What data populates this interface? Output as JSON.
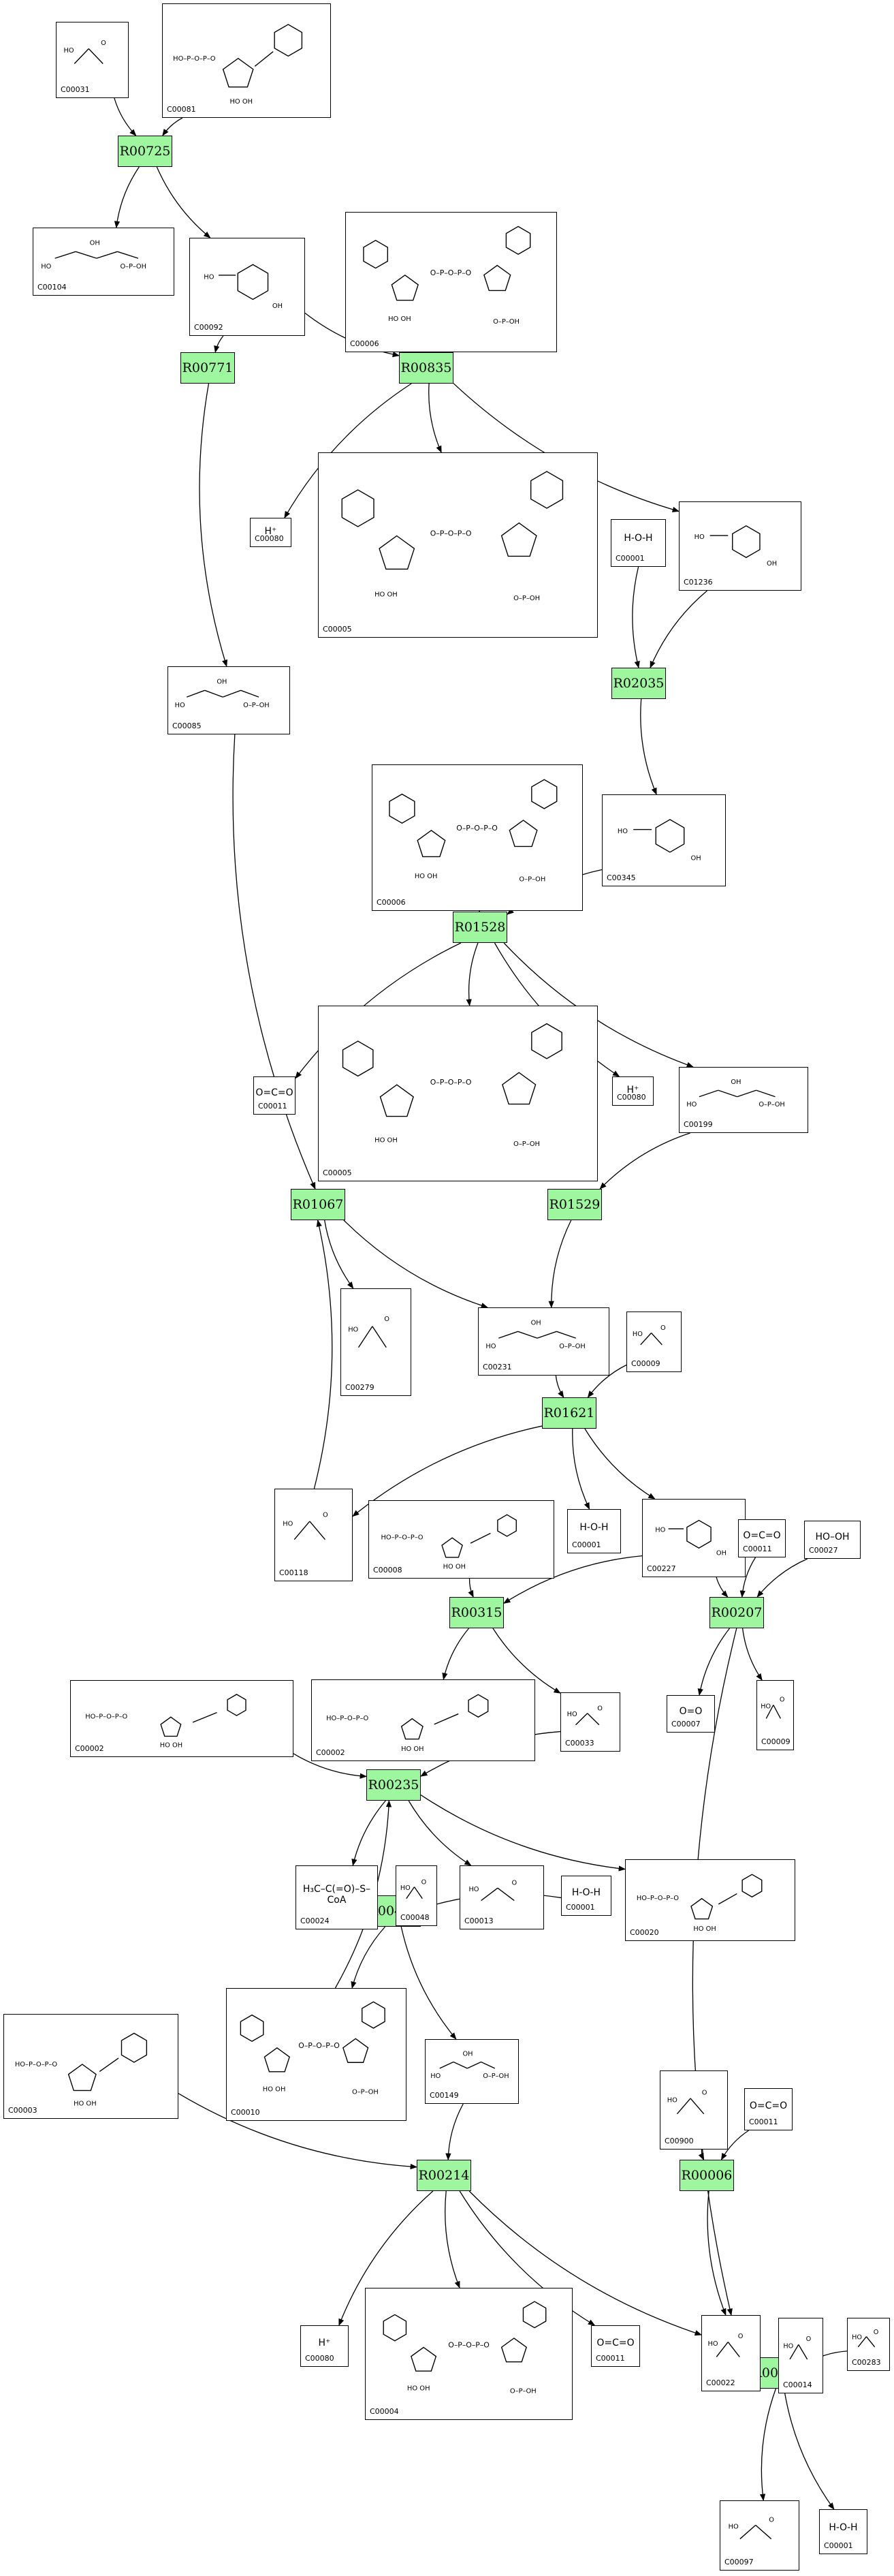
{
  "reactions": [
    {
      "id": "R00725",
      "label": "R00725"
    },
    {
      "id": "R00771",
      "label": "R00771"
    },
    {
      "id": "R00835",
      "label": "R00835"
    },
    {
      "id": "R02035",
      "label": "R02035"
    },
    {
      "id": "R01528",
      "label": "R01528"
    },
    {
      "id": "R01529",
      "label": "R01529"
    },
    {
      "id": "R01067",
      "label": "R01067"
    },
    {
      "id": "R01621",
      "label": "R01621"
    },
    {
      "id": "R00315",
      "label": "R00315"
    },
    {
      "id": "R00207",
      "label": "R00207"
    },
    {
      "id": "R00235",
      "label": "R00235"
    },
    {
      "id": "R00472",
      "label": "R00472"
    },
    {
      "id": "R00214",
      "label": "R00214"
    },
    {
      "id": "R00006",
      "label": "R00006"
    },
    {
      "id": "R00782",
      "label": "R00782"
    }
  ],
  "compounds": [
    {
      "key": "c1",
      "id": "C00031",
      "formula": ""
    },
    {
      "key": "c2",
      "id": "C00081",
      "formula": ""
    },
    {
      "key": "c3",
      "id": "C00104",
      "formula": ""
    },
    {
      "key": "c4",
      "id": "C00092",
      "formula": ""
    },
    {
      "key": "c5",
      "id": "C00006",
      "formula": ""
    },
    {
      "key": "c6",
      "id": "C00080",
      "formula": "H⁺"
    },
    {
      "key": "c7",
      "id": "C00005",
      "formula": ""
    },
    {
      "key": "c8",
      "id": "C00001",
      "formula": "H‑O‑H"
    },
    {
      "key": "c9",
      "id": "C01236",
      "formula": ""
    },
    {
      "key": "c10",
      "id": "C00085",
      "formula": ""
    },
    {
      "key": "c11",
      "id": "C00006",
      "formula": ""
    },
    {
      "key": "c12",
      "id": "C00345",
      "formula": ""
    },
    {
      "key": "c13",
      "id": "C00011",
      "formula": "O=C=O"
    },
    {
      "key": "c14",
      "id": "C00005",
      "formula": ""
    },
    {
      "key": "c15",
      "id": "C00080",
      "formula": "H⁺"
    },
    {
      "key": "c16",
      "id": "C00199",
      "formula": ""
    },
    {
      "key": "c17",
      "id": "C00279",
      "formula": ""
    },
    {
      "key": "c18",
      "id": "C00231",
      "formula": ""
    },
    {
      "key": "c19",
      "id": "C00009",
      "formula": ""
    },
    {
      "key": "c20",
      "id": "C00118",
      "formula": ""
    },
    {
      "key": "c21",
      "id": "C00008",
      "formula": ""
    },
    {
      "key": "c22",
      "id": "C00001",
      "formula": "H‑O‑H"
    },
    {
      "key": "c23",
      "id": "C00227",
      "formula": ""
    },
    {
      "key": "c24",
      "id": "C00011",
      "formula": "O=C=O"
    },
    {
      "key": "c25",
      "id": "C00027",
      "formula": "HO–OH"
    },
    {
      "key": "c26",
      "id": "C00002",
      "formula": ""
    },
    {
      "key": "c27",
      "id": "C00002",
      "formula": ""
    },
    {
      "key": "c28",
      "id": "C00033",
      "formula": ""
    },
    {
      "key": "c29",
      "id": "C00007",
      "formula": "O=O"
    },
    {
      "key": "c30",
      "id": "C00009",
      "formula": ""
    },
    {
      "key": "c31",
      "id": "C00024",
      "formula": "H₃C–C(=O)–S–CoA"
    },
    {
      "key": "c32",
      "id": "C00048",
      "formula": ""
    },
    {
      "key": "c33",
      "id": "C00013",
      "formula": ""
    },
    {
      "key": "c34",
      "id": "C00001",
      "formula": "H‑O‑H"
    },
    {
      "key": "c35",
      "id": "C00020",
      "formula": ""
    },
    {
      "key": "c36",
      "id": "C00003",
      "formula": ""
    },
    {
      "key": "c37",
      "id": "C00010",
      "formula": ""
    },
    {
      "key": "c38",
      "id": "C00149",
      "formula": ""
    },
    {
      "key": "c39",
      "id": "C00900",
      "formula": ""
    },
    {
      "key": "c40",
      "id": "C00011",
      "formula": "O=C=O"
    },
    {
      "key": "c41",
      "id": "C00080",
      "formula": "H⁺"
    },
    {
      "key": "c42",
      "id": "C00004",
      "formula": ""
    },
    {
      "key": "c43",
      "id": "C00011",
      "formula": "O=C=O"
    },
    {
      "key": "c44",
      "id": "C00022",
      "formula": ""
    },
    {
      "key": "c45",
      "id": "C00014",
      "formula": ""
    },
    {
      "key": "c46",
      "id": "C00283",
      "formula": ""
    },
    {
      "key": "c47",
      "id": "C00097",
      "formula": ""
    },
    {
      "key": "c48",
      "id": "C00001",
      "formula": "H‑O‑H"
    }
  ],
  "edges": [
    [
      "c1",
      "R00725"
    ],
    [
      "c2",
      "R00725"
    ],
    [
      "R00725",
      "c3"
    ],
    [
      "R00725",
      "c4"
    ],
    [
      "c4",
      "R00771"
    ],
    [
      "c4",
      "R00835"
    ],
    [
      "c5",
      "R00835"
    ],
    [
      "R00835",
      "c6"
    ],
    [
      "R00835",
      "c7"
    ],
    [
      "R00835",
      "c9"
    ],
    [
      "c8",
      "R02035"
    ],
    [
      "c9",
      "R02035"
    ],
    [
      "R02035",
      "c12"
    ],
    [
      "R00771",
      "c10"
    ],
    [
      "c10",
      "R01067"
    ],
    [
      "c11",
      "R01528"
    ],
    [
      "c12",
      "R01528"
    ],
    [
      "R01528",
      "c13"
    ],
    [
      "R01528",
      "c14"
    ],
    [
      "R01528",
      "c15"
    ],
    [
      "R01528",
      "c16"
    ],
    [
      "c16",
      "R01529"
    ],
    [
      "R01529",
      "c18"
    ],
    [
      "R01067",
      "c17"
    ],
    [
      "R01067",
      "c18"
    ],
    [
      "c18",
      "R01621"
    ],
    [
      "c19",
      "R01621"
    ],
    [
      "R01621",
      "c20"
    ],
    [
      "R01621",
      "c22"
    ],
    [
      "R01621",
      "c23"
    ],
    [
      "c20",
      "R01067"
    ],
    [
      "c21",
      "R00315"
    ],
    [
      "c23",
      "R00315"
    ],
    [
      "c23",
      "R00207"
    ],
    [
      "c24",
      "R00207"
    ],
    [
      "c25",
      "R00207"
    ],
    [
      "R00207",
      "c29"
    ],
    [
      "R00207",
      "c30"
    ],
    [
      "R00207",
      "c44"
    ],
    [
      "R00315",
      "c27"
    ],
    [
      "R00315",
      "c28"
    ],
    [
      "c26",
      "R00235"
    ],
    [
      "c28",
      "R00235"
    ],
    [
      "R00235",
      "c31"
    ],
    [
      "R00235",
      "c33"
    ],
    [
      "R00235",
      "c35"
    ],
    [
      "c31",
      "R00472"
    ],
    [
      "c32",
      "R00472"
    ],
    [
      "c34",
      "R00472"
    ],
    [
      "R00472",
      "c37"
    ],
    [
      "R00472",
      "c38"
    ],
    [
      "c37",
      "R00235"
    ],
    [
      "c38",
      "R00214"
    ],
    [
      "c36",
      "R00214"
    ],
    [
      "R00214",
      "c41"
    ],
    [
      "R00214",
      "c42"
    ],
    [
      "R00214",
      "c43"
    ],
    [
      "R00214",
      "c44"
    ],
    [
      "c39",
      "R00006"
    ],
    [
      "c40",
      "R00006"
    ],
    [
      "R00006",
      "c44"
    ],
    [
      "c44",
      "R00782"
    ],
    [
      "c45",
      "R00782"
    ],
    [
      "c46",
      "R00782"
    ],
    [
      "R00782",
      "c47"
    ],
    [
      "R00782",
      "c48"
    ]
  ]
}
